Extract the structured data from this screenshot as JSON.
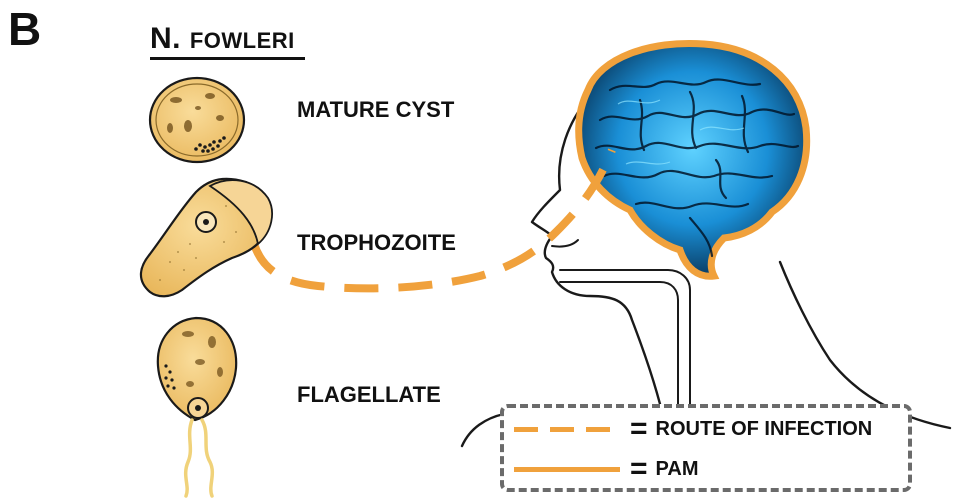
{
  "panel": {
    "letter": "B"
  },
  "organism": {
    "name_main": "N.",
    "name_rest": "FOWLERI"
  },
  "stages": [
    {
      "label": "MATURE CYST"
    },
    {
      "label": "TROPHOZOITE"
    },
    {
      "label": "FLAGELLATE"
    }
  ],
  "legend": {
    "route_label": "ROUTE OF INFECTION",
    "pam_label": "PAM",
    "equals": "="
  },
  "colors": {
    "route": "#f0a13c",
    "pam": "#f0a13c",
    "cell_fill": "#f3c97a",
    "cell_stroke": "#1a1a1a",
    "brain": "#1e9fe0",
    "brain_dark": "#04243f",
    "legend_border": "#6b6b6b"
  },
  "icons": [
    "mature-cyst-icon",
    "trophozoite-icon",
    "flagellate-icon",
    "brain-icon",
    "head-silhouette-icon"
  ]
}
